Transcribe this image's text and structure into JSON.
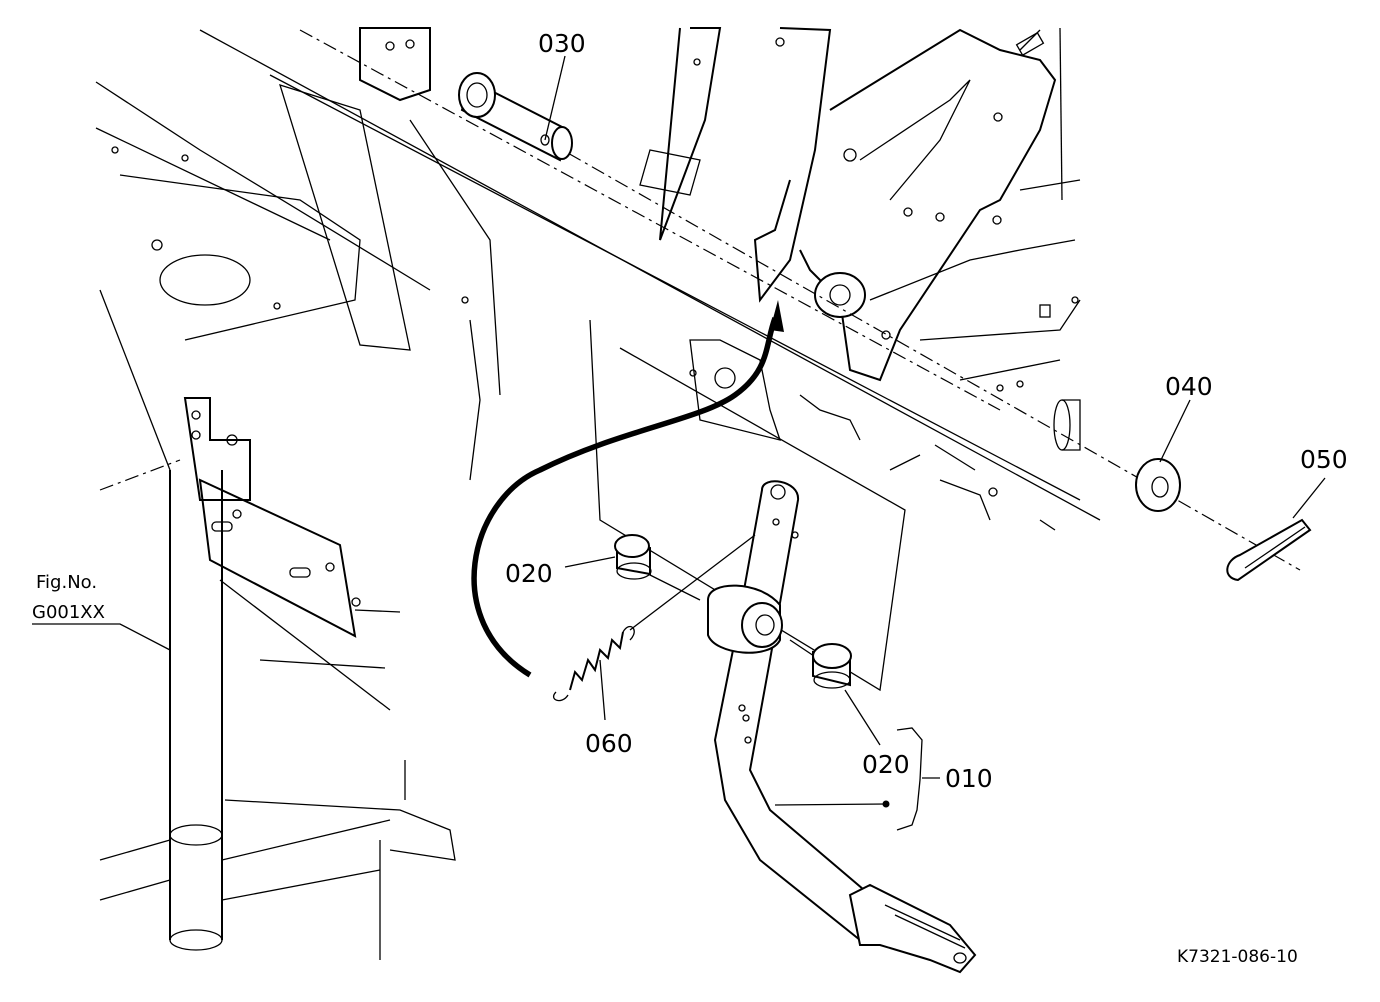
{
  "parts": {
    "p010": "010",
    "p020_top": "020",
    "p020_bottom": "020",
    "p030": "030",
    "p040": "040",
    "p050": "050",
    "p060": "060"
  },
  "figure_ref": {
    "line1": "Fig.No.",
    "line2": "G001XX"
  },
  "drawing_code": "K7321-086-10"
}
